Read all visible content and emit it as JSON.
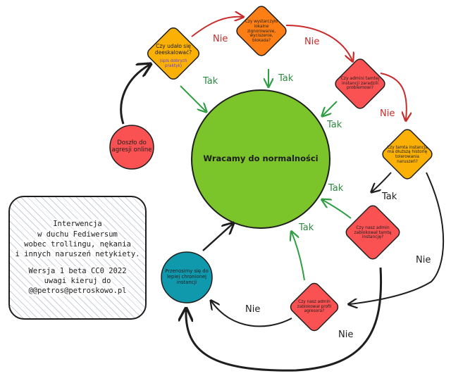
{
  "colors": {
    "ink": "#1e1e1e",
    "red_arrow": "#c92a2a",
    "green_arrow": "#2f9e44",
    "tak_text": "#2b8a3e",
    "nie_text": "#c92a2a",
    "center_fill": "#7bc429",
    "red_fill": "#fa5252",
    "orange_fill": "#fd7e14",
    "amber_fill": "#fab005",
    "teal_fill": "#1098ad"
  },
  "nodes": {
    "start": "Doszło do agresji online",
    "q_deescalate": "Czy udało się deeskalować?",
    "q_deescalate_note": "(spis dobrych praktyk)",
    "q_ignore": "Czy wystarczyło lokalne zignorowanie, wyciszenie, blokada?",
    "q_admin_fix": "Czy admini tamtej instancji zaradzili problemowi?",
    "q_history": "Czy tamta instancja ma dłuższą historię tolerowania naruszeń?",
    "q_block_instance": "Czy nasz admin zablokował tamtą instancję?",
    "q_block_profile": "Czy nasz admin zablokował profil agresora?",
    "move": "Przenosimy się do lepiej chronionej instancji",
    "center": "Wracamy do normalności"
  },
  "labels": {
    "yes": "Tak",
    "no": "Nie"
  },
  "info": {
    "lines": [
      "Interwencja",
      "w duchu Fediwersum",
      "wobec trollingu, nękania",
      "i innych naruszeń netykiety."
    ],
    "version": "Wersja 1 beta  CC0 2022",
    "contact_label": "uwagi kieruj do",
    "contact": "@@petros@petroskowo.pl"
  }
}
